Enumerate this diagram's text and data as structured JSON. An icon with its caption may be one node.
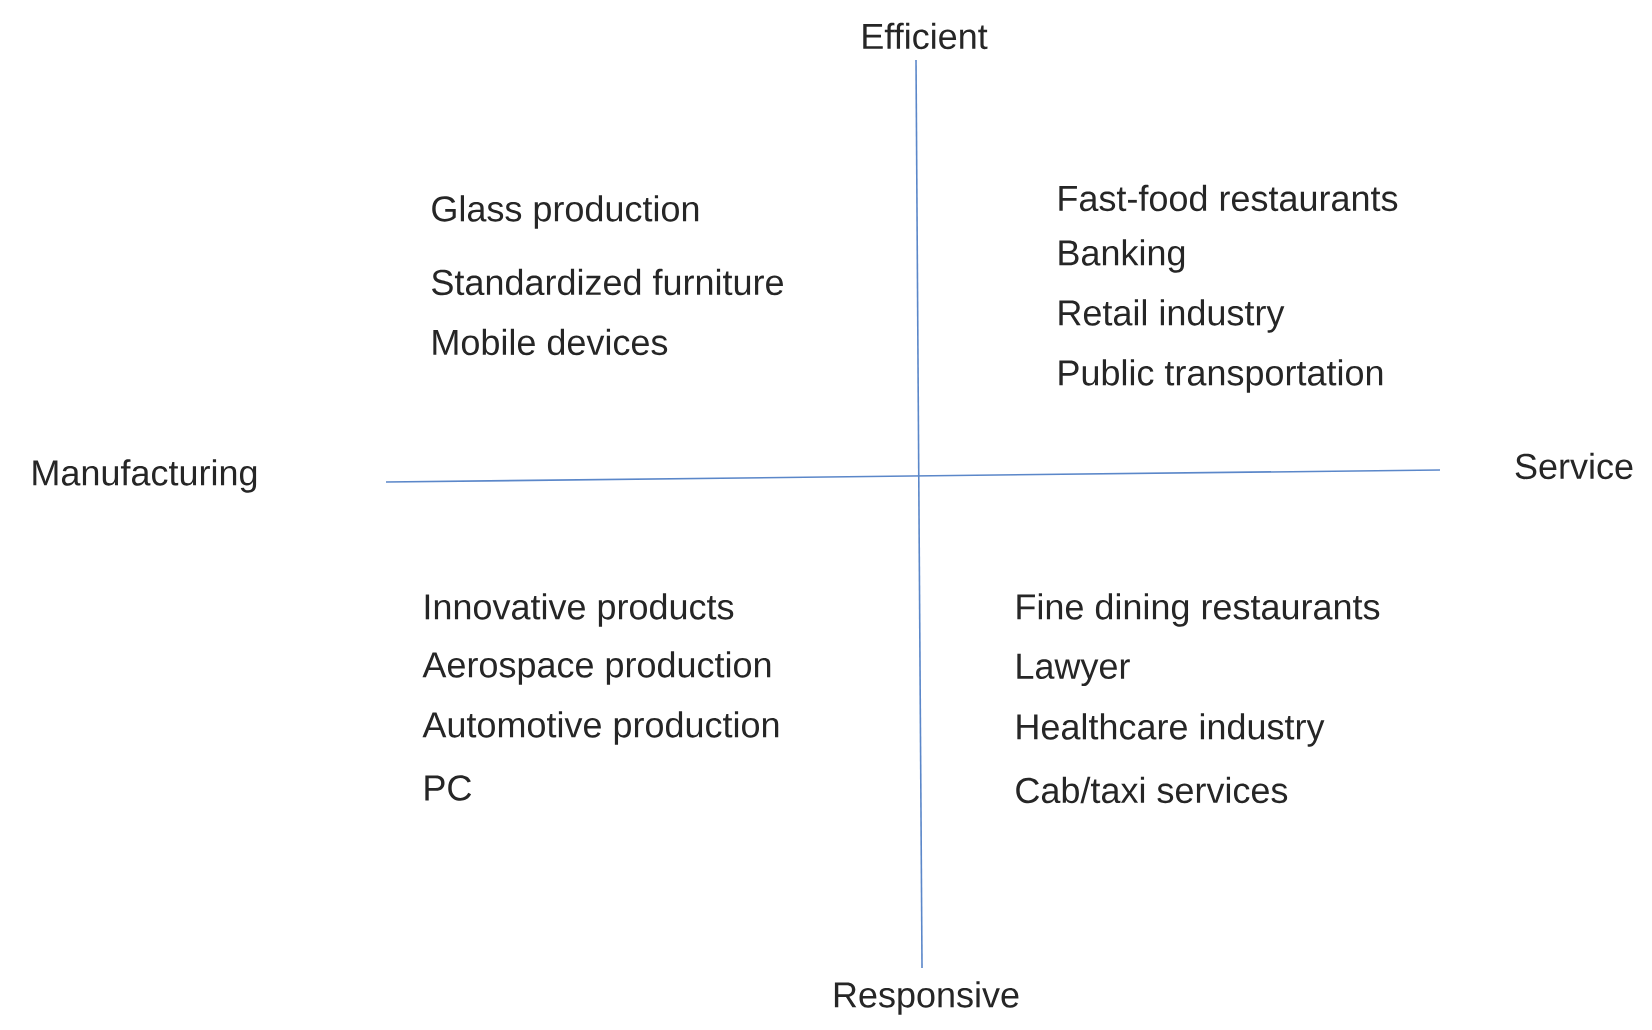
{
  "diagram": {
    "labels": [
      "Efficient",
      "Glass production",
      "Standardized furniture",
      "Mobile devices",
      "Fast-food restaurants",
      "Banking",
      "Retail industry",
      "Public transportation",
      "Manufacturing",
      "Service",
      "Innovative products",
      "Aerospace production",
      "Automotive production",
      "PC",
      "Fine dining restaurants",
      "Lawyer",
      "Healthcare industry",
      "Cab/taxi services",
      "Responsive"
    ]
  }
}
